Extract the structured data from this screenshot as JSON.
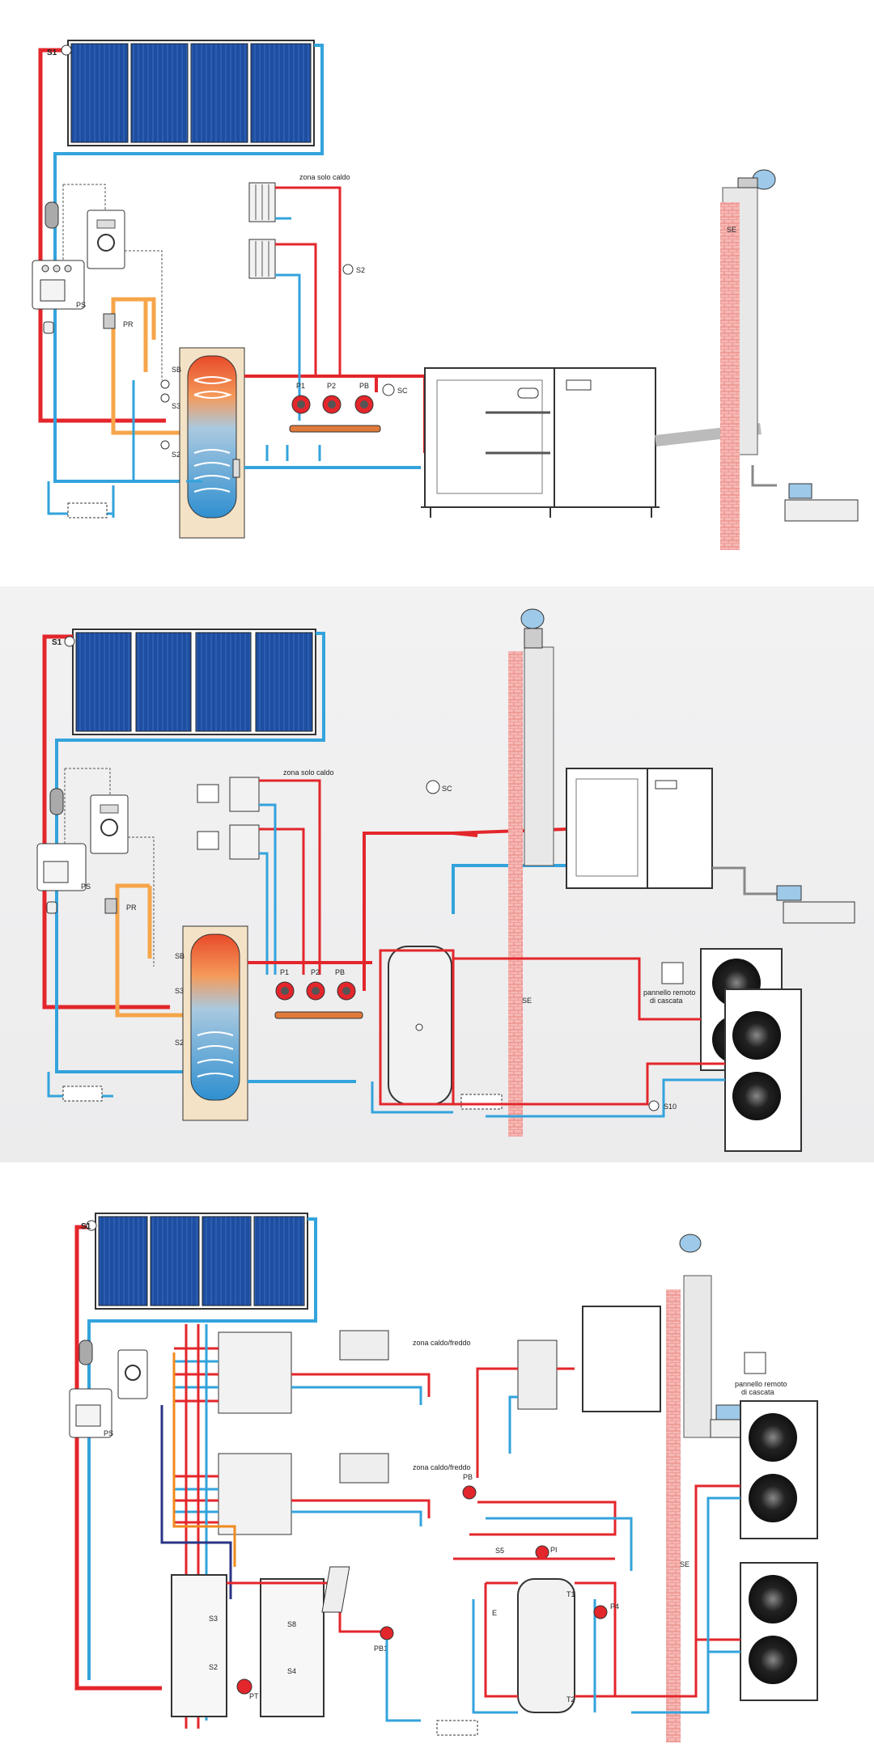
{
  "colors": {
    "hot": "#e3262b",
    "cold": "#33a3dc",
    "solar_loop": "#f6a54a",
    "navy": "#2b3585",
    "orange": "#f08a1d",
    "brick": "#f3a6a4",
    "panel": "#1d4ea0"
  },
  "diagram1": {
    "sensors": {
      "s1": "S1",
      "s2_line": "S2",
      "sb": "SB",
      "s3": "S3",
      "s2": "S2",
      "sc": "SC",
      "se": "SE"
    },
    "labels": {
      "ps": "PS",
      "pr": "PR",
      "zone": "zona solo caldo",
      "p1": "P1",
      "p2": "P2",
      "pb": "PB"
    }
  },
  "diagram2": {
    "sensors": {
      "s1": "S1",
      "sb": "SB",
      "s3": "S3",
      "s2": "S2",
      "sc": "SC",
      "se": "SE",
      "s10": "S10"
    },
    "labels": {
      "ps": "PS",
      "pr": "PR",
      "zone": "zona solo caldo",
      "p1": "P1",
      "p2": "P2",
      "pb": "PB",
      "remote_line1": "pannello remoto",
      "remote_line2": "di cascata"
    }
  },
  "diagram3": {
    "sensors": {
      "s1": "S1",
      "s3": "S3",
      "s2": "S2",
      "s8": "S8",
      "s4": "S4",
      "s5a": "S5",
      "s5b": "S5",
      "se": "SE",
      "t1": "T1",
      "t2": "T2"
    },
    "labels": {
      "ps": "PS",
      "zone1": "zona caldo/freddo",
      "zone2": "zona caldo/freddo",
      "pb": "PB",
      "pi": "PI",
      "pt": "PT",
      "pb1": "PB1",
      "p4": "P4",
      "remote_line1": "pannello remoto",
      "remote_line2": "di cascata",
      "e": "E"
    }
  }
}
